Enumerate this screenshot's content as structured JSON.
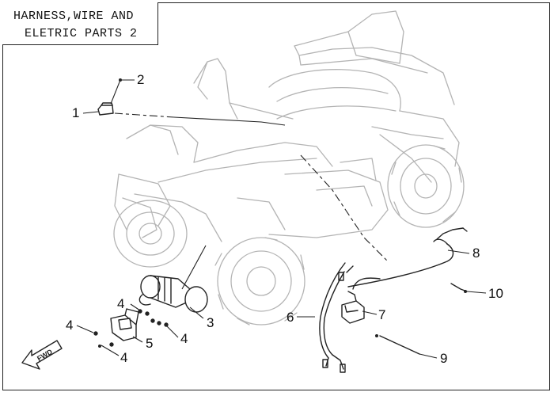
{
  "title": {
    "line1": "HARNESS,WIRE AND",
    "line2": "ELETRIC PARTS 2"
  },
  "fwd_label": "FWD",
  "callouts": {
    "c1": "1",
    "c2": "2",
    "c3": "3",
    "c4a": "4",
    "c4b": "4",
    "c4c": "4",
    "c4d": "4",
    "c5": "5",
    "c6": "6",
    "c7": "7",
    "c8": "8",
    "c9": "9",
    "c10": "10"
  },
  "colors": {
    "ink": "#222222",
    "ghost": "#b4b4b4"
  }
}
